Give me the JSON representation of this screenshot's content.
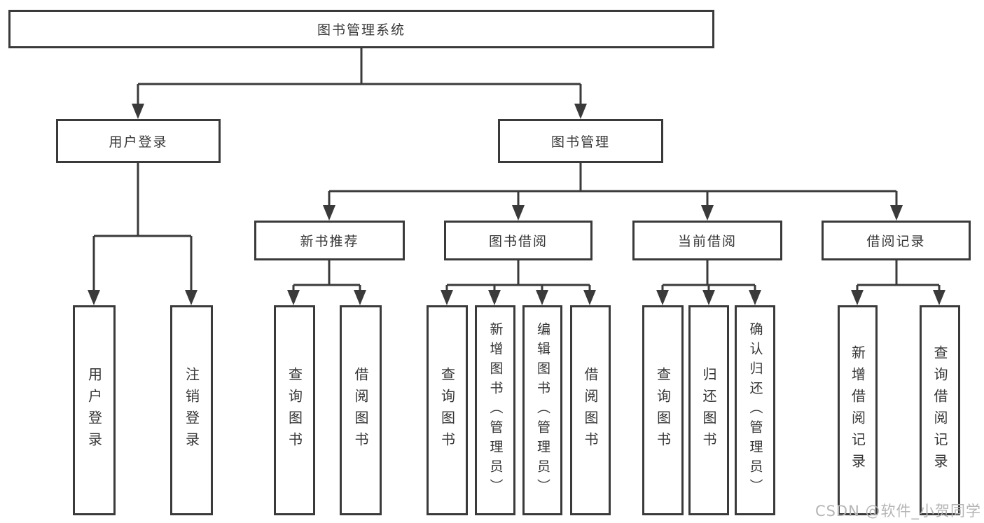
{
  "root": {
    "label": "图书管理系统"
  },
  "login": {
    "label": "用户登录",
    "children": [
      {
        "label": "用户登录"
      },
      {
        "label": "注销登录"
      }
    ]
  },
  "mgmt": {
    "label": "图书管理"
  },
  "sections": [
    {
      "label": "新书推荐",
      "children": [
        {
          "label": "查询图书"
        },
        {
          "label": "借阅图书"
        }
      ]
    },
    {
      "label": "图书借阅",
      "children": [
        {
          "label": "查询图书"
        },
        {
          "label": "新增图书（管理员）"
        },
        {
          "label": "编辑图书（管理员）"
        },
        {
          "label": "借阅图书"
        }
      ]
    },
    {
      "label": "当前借阅",
      "children": [
        {
          "label": "查询图书"
        },
        {
          "label": "归还图书"
        },
        {
          "label": "确认归还（管理员）"
        }
      ]
    },
    {
      "label": "借阅记录",
      "children": [
        {
          "label": "新增借阅记录"
        },
        {
          "label": "查询借阅记录"
        }
      ]
    }
  ],
  "watermark": "CSDN @软件_小贺同学",
  "colors": {
    "line": "#3a3a3a",
    "text": "#363636",
    "background": "#ffffff",
    "watermark": "#b5b5b5"
  }
}
